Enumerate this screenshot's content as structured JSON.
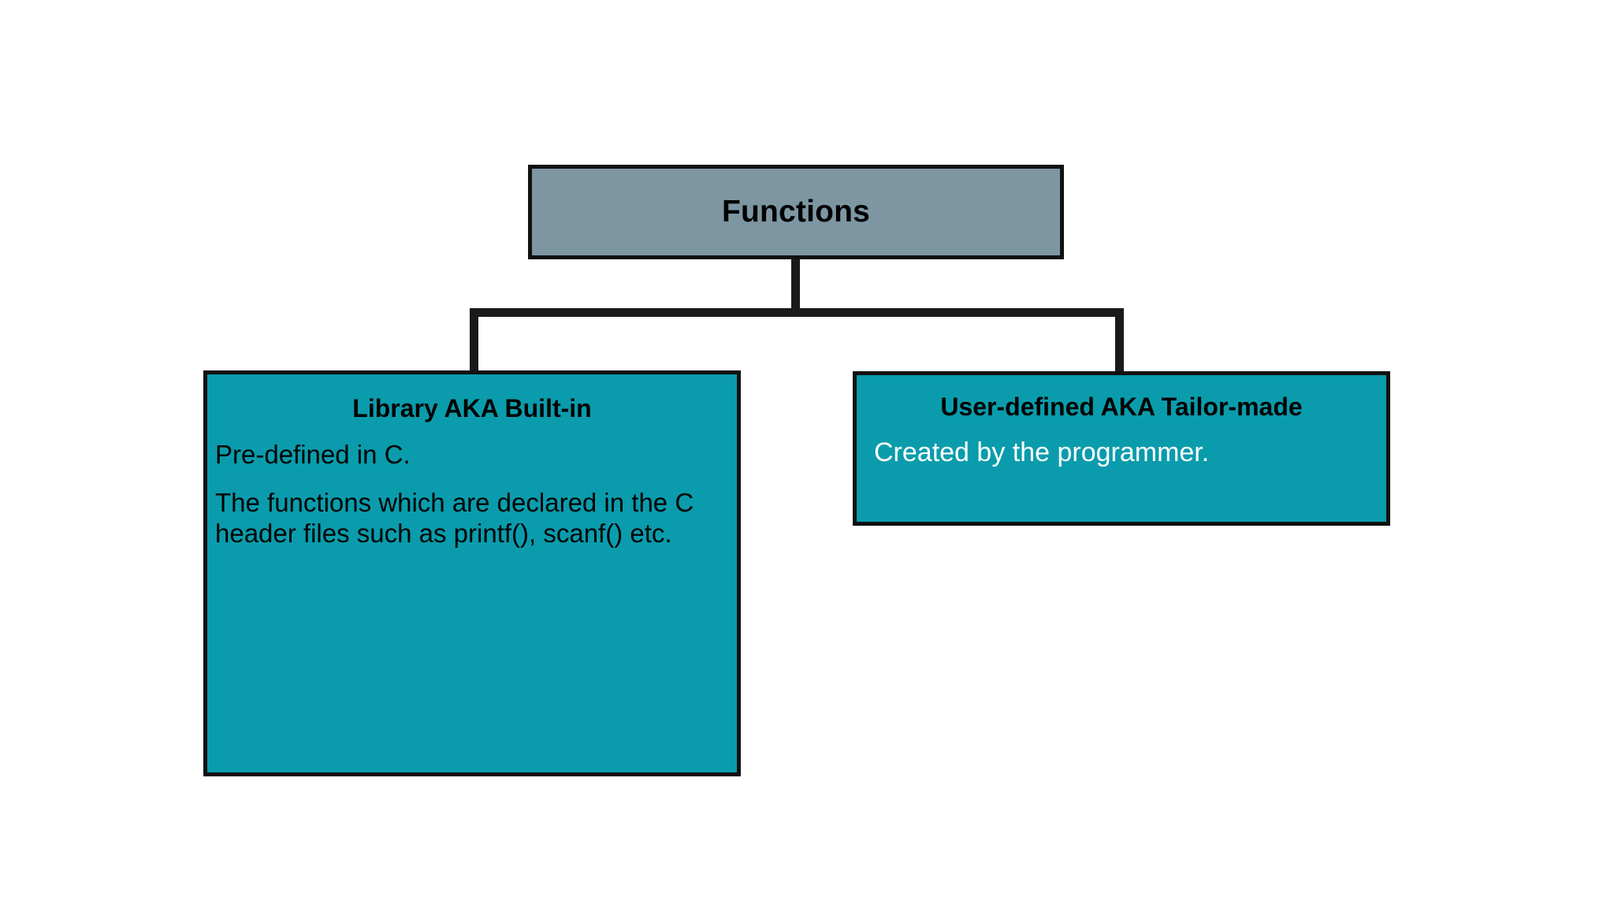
{
  "diagram": {
    "type": "hierarchy-tree",
    "root": {
      "label": "Functions",
      "fill_color": "#7d96a2",
      "border_color": "#111111",
      "text_color": "#000000"
    },
    "children": [
      {
        "id": "library",
        "title": "Library AKA Built-in",
        "body_lines": [
          " Pre-defined in C.",
          " The functions which are declared in the C header files such as printf(), scanf() etc."
        ],
        "fill_color": "#0a9cac",
        "border_color": "#111111",
        "title_color": "#000000",
        "body_color": "#000000"
      },
      {
        "id": "user-defined",
        "title": "User-defined AKA Tailor-made",
        "body_lines": [
          "Created by the programmer."
        ],
        "fill_color": "#0a9cac",
        "border_color": "#111111",
        "title_color": "#000000",
        "body_color": "#ffffff"
      }
    ],
    "connector_color": "#1a1a1a",
    "background_color": "#ffffff"
  }
}
